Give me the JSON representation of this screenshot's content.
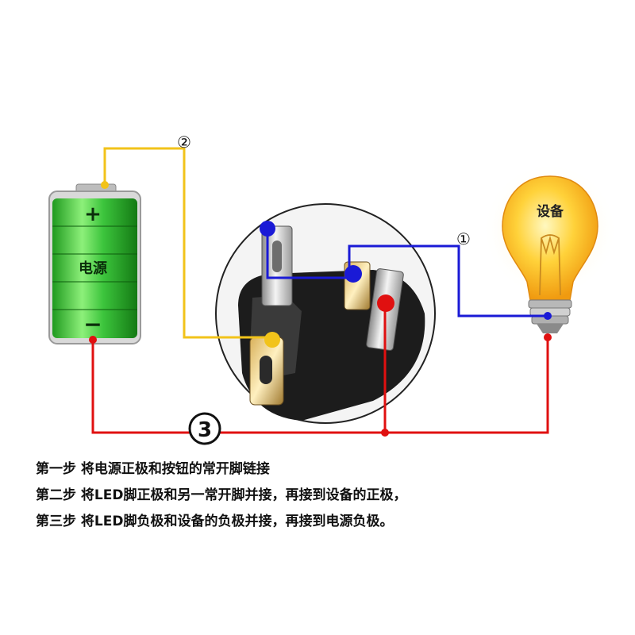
{
  "battery": {
    "plus_label": "+",
    "name_label": "电源",
    "minus_label": "−"
  },
  "bulb": {
    "label": "设备"
  },
  "markers": {
    "m1": "①",
    "m2": "②",
    "m3": "3"
  },
  "wire_colors": {
    "positive_loop": "#f2c31a",
    "led_circuit": "#1a1ad6",
    "negative": "#e01010"
  },
  "steps": [
    "第一步 将电源正极和按钮的常开脚链接",
    "第二步 将LED脚正极和另一常开脚并接，再接到设备的正极，",
    "第三步 将LED脚负极和设备的负极并接，再接到电源负极。"
  ]
}
